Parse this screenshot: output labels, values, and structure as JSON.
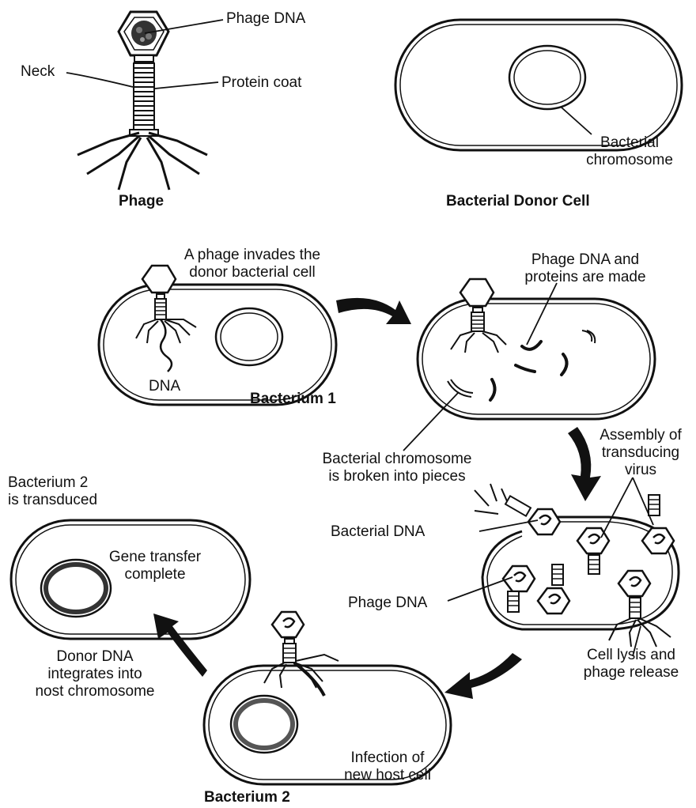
{
  "phage_panel": {
    "caption": "Phage",
    "labels": {
      "phage_dna": "Phage DNA",
      "neck": "Neck",
      "protein_coat": "Protein coat"
    }
  },
  "donor_panel": {
    "caption": "Bacterial Donor Cell",
    "chromosome_label": [
      "Bacterial",
      "chromosome"
    ]
  },
  "step1": {
    "caption": [
      "A phage invades the",
      "donor bacterial cell"
    ],
    "dna_label": "DNA",
    "cell_name": "Bacterium 1"
  },
  "step2": {
    "caption": [
      "Phage DNA and",
      "proteins are made"
    ],
    "chromosome_note": [
      "Bacterial chromosome",
      "is broken into pieces"
    ]
  },
  "step3": {
    "assembly_label": [
      "Assembly of",
      "transducing",
      "virus"
    ],
    "bacterial_dna_label": "Bacterial DNA",
    "phage_dna_label": "Phage DNA",
    "lysis_label": [
      "Cell lysis and",
      "phage release"
    ]
  },
  "step4": {
    "infection_label": [
      "Infection of",
      "new host cell"
    ],
    "cell_name": "Bacterium 2"
  },
  "step5": {
    "integration_label": [
      "Donor DNA",
      "integrates into",
      "nost chromosome"
    ],
    "transduced_label": [
      "Bacterium 2",
      "is transduced"
    ],
    "gene_transfer_label": [
      "Gene transfer",
      "complete"
    ]
  }
}
